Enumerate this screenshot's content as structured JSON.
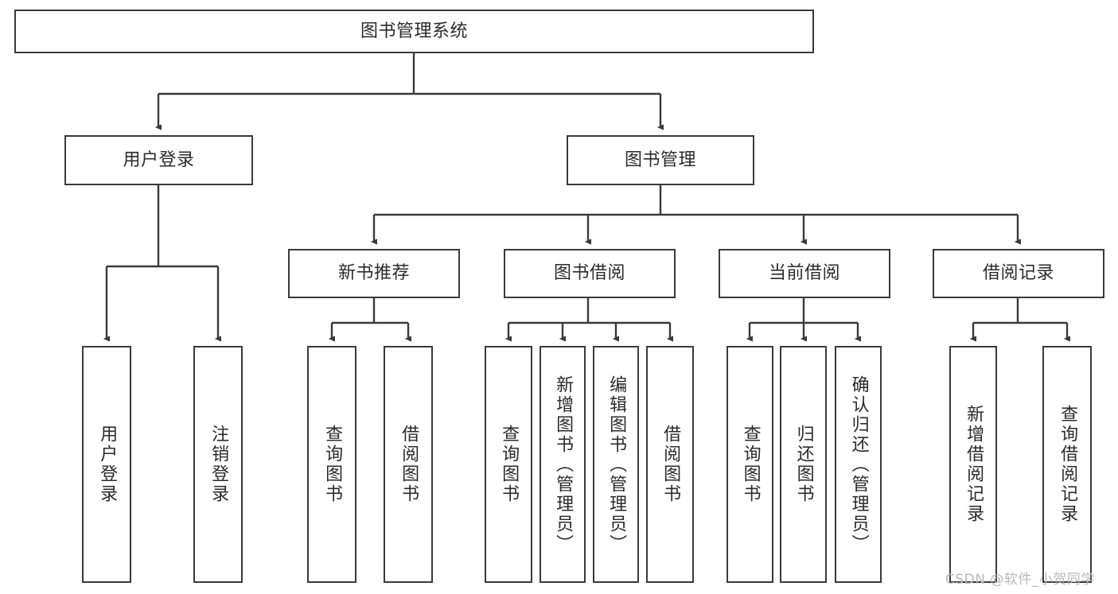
{
  "diagram": {
    "type": "tree-hierarchy",
    "title": "图书管理系统",
    "watermark": "CSDN @软件_小贺同学",
    "colors": {
      "stroke": "#3a3a3a",
      "fill": "#ffffff",
      "text": "#2b2b2b",
      "watermark": "#b9b9b9"
    },
    "nodes": {
      "root": {
        "label": "图书管理系统"
      },
      "level2": [
        {
          "label": "用户登录"
        },
        {
          "label": "图书管理"
        }
      ],
      "level3": [
        {
          "label": "新书推荐"
        },
        {
          "label": "图书借阅"
        },
        {
          "label": "当前借阅"
        },
        {
          "label": "借阅记录"
        }
      ],
      "leaves": {
        "user_login": [
          {
            "label": "用户登录"
          },
          {
            "label": "注销登录"
          }
        ],
        "new_book_recommend": [
          {
            "label": "查询图书"
          },
          {
            "label": "借阅图书"
          }
        ],
        "book_borrow": [
          {
            "label": "查询图书"
          },
          {
            "label": "新增图书（管理员）"
          },
          {
            "label": "编辑图书（管理员）"
          },
          {
            "label": "借阅图书"
          }
        ],
        "current_borrow": [
          {
            "label": "查询图书"
          },
          {
            "label": "归还图书"
          },
          {
            "label": "确认归还（管理员）"
          }
        ],
        "borrow_records": [
          {
            "label": "新增借阅记录"
          },
          {
            "label": "查询借阅记录"
          }
        ]
      }
    }
  }
}
